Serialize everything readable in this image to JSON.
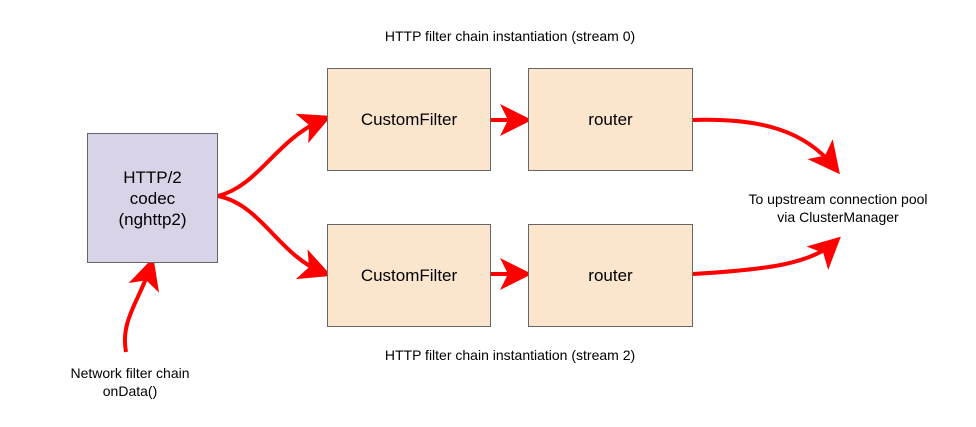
{
  "colors": {
    "arrow": "#ff0000",
    "codec_fill": "#d9d3e8",
    "filter_fill": "#fbe6cd",
    "border": "#666666"
  },
  "codec": {
    "label": "HTTP/2\ncodec\n(nghttp2)"
  },
  "stream0": {
    "caption": "HTTP filter chain instantiation (stream 0)",
    "custom_filter": "CustomFilter",
    "router": "router"
  },
  "stream2": {
    "caption": "HTTP filter chain instantiation (stream 2)",
    "custom_filter": "CustomFilter",
    "router": "router"
  },
  "upstream": {
    "label": "To upstream connection pool\nvia ClusterManager"
  },
  "network": {
    "label": "Network filter chain\nonData()"
  }
}
